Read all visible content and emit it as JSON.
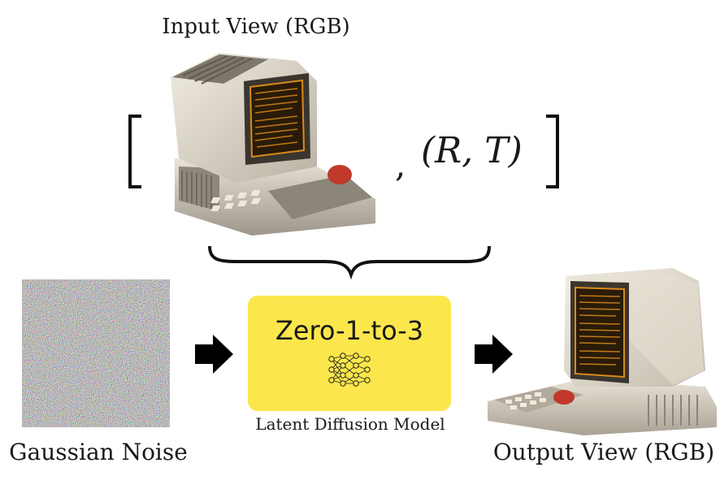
{
  "labels": {
    "input_view": "Input View (RGB)",
    "pose": "(R, T)",
    "comma": ",",
    "model_name": "Zero-1-to-3",
    "model_caption": "Latent Diffusion Model",
    "noise_label": "Gaussian Noise",
    "output_view": "Output View (RGB)"
  },
  "colors": {
    "model_box": "#fbe74b",
    "arrow": "#000000",
    "computer_body": "#e8e2d6",
    "screen_glow": "#d98a1c",
    "trackball": "#c0392b"
  },
  "icons": {
    "model": "neural-network-icon",
    "arrows": "right-arrow-icon"
  }
}
